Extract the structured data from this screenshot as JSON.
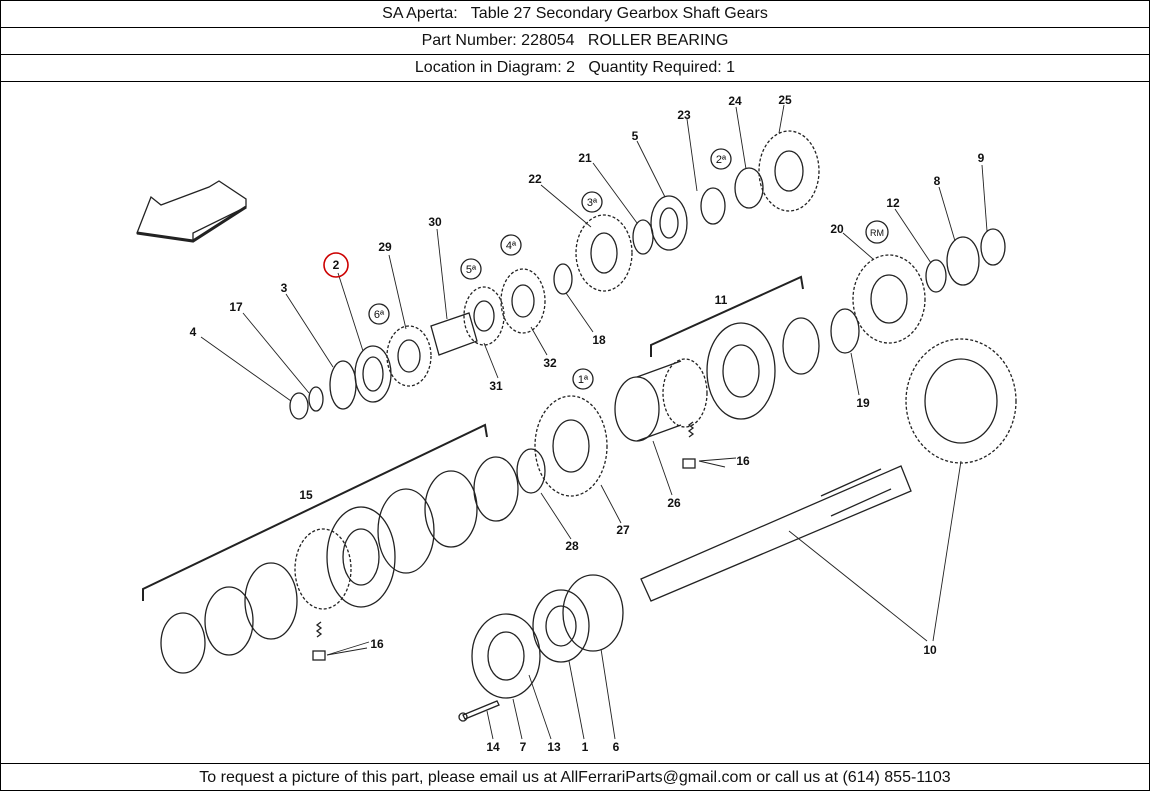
{
  "header": {
    "title": "SA Aperta:   Table 27 Secondary Gearbox Shaft Gears",
    "part_number": "Part Number: 228054   ROLLER BEARING",
    "location": "Location in Diagram: 2   Quantity Required: 1"
  },
  "footer": {
    "text": "To request a picture of this part, please email us at AllFerrariParts@gmail.com or call us at (614) 855-1103"
  },
  "highlight_color": "#cc0000",
  "diagram": {
    "callouts": [
      "2",
      "3",
      "4",
      "17",
      "29",
      "30",
      "31",
      "32",
      "18",
      "22",
      "21",
      "5",
      "23",
      "24",
      "25",
      "8",
      "9",
      "12",
      "20",
      "11",
      "19",
      "16",
      "26",
      "27",
      "28",
      "15",
      "16",
      "14",
      "7",
      "13",
      "1",
      "6",
      "10"
    ],
    "gear_tags": [
      "6ª",
      "5ª",
      "4ª",
      "3ª",
      "2ª",
      "1ª",
      "RM"
    ]
  }
}
